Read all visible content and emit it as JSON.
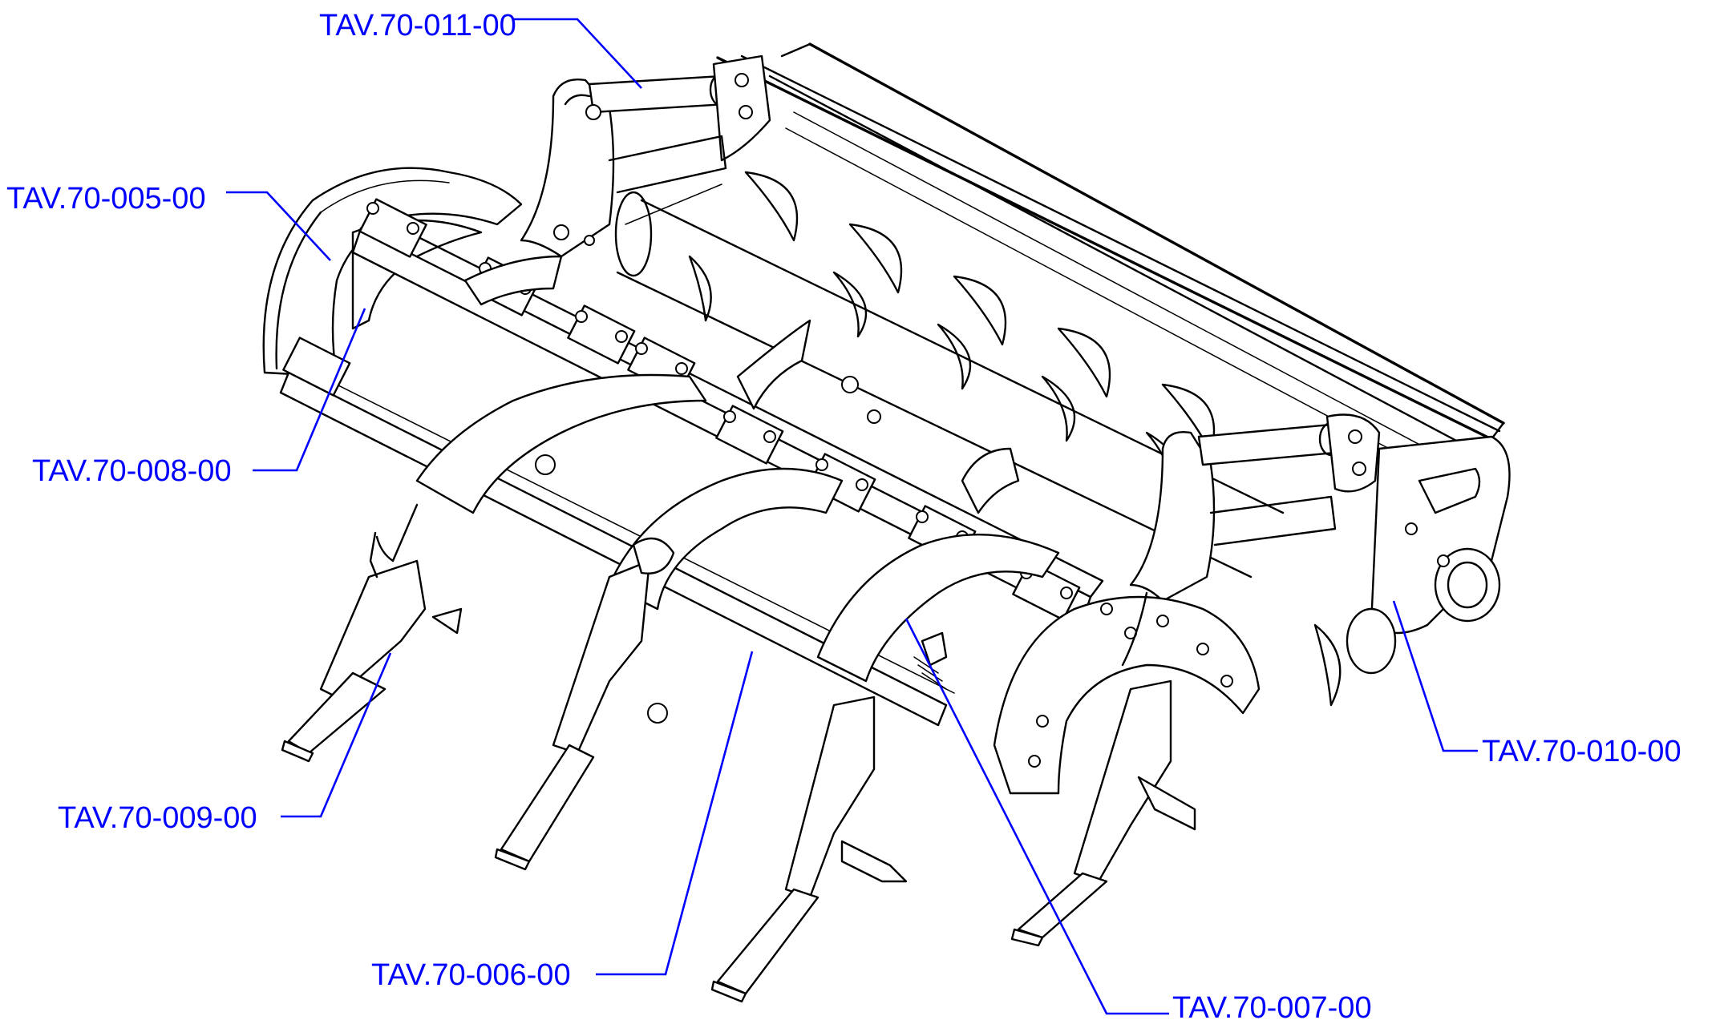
{
  "colors": {
    "callout": "#0000ff",
    "line_art": "#000000",
    "background": "#ffffff"
  },
  "callouts": [
    {
      "id": "tav-70-011-00",
      "text": "TAV.70-011-00"
    },
    {
      "id": "tav-70-005-00",
      "text": "TAV.70-005-00"
    },
    {
      "id": "tav-70-008-00",
      "text": "TAV.70-008-00"
    },
    {
      "id": "tav-70-009-00",
      "text": "TAV.70-009-00"
    },
    {
      "id": "tav-70-006-00",
      "text": "TAV.70-006-00"
    },
    {
      "id": "tav-70-007-00",
      "text": "TAV.70-007-00"
    },
    {
      "id": "tav-70-010-00",
      "text": "TAV.70-010-00"
    }
  ]
}
